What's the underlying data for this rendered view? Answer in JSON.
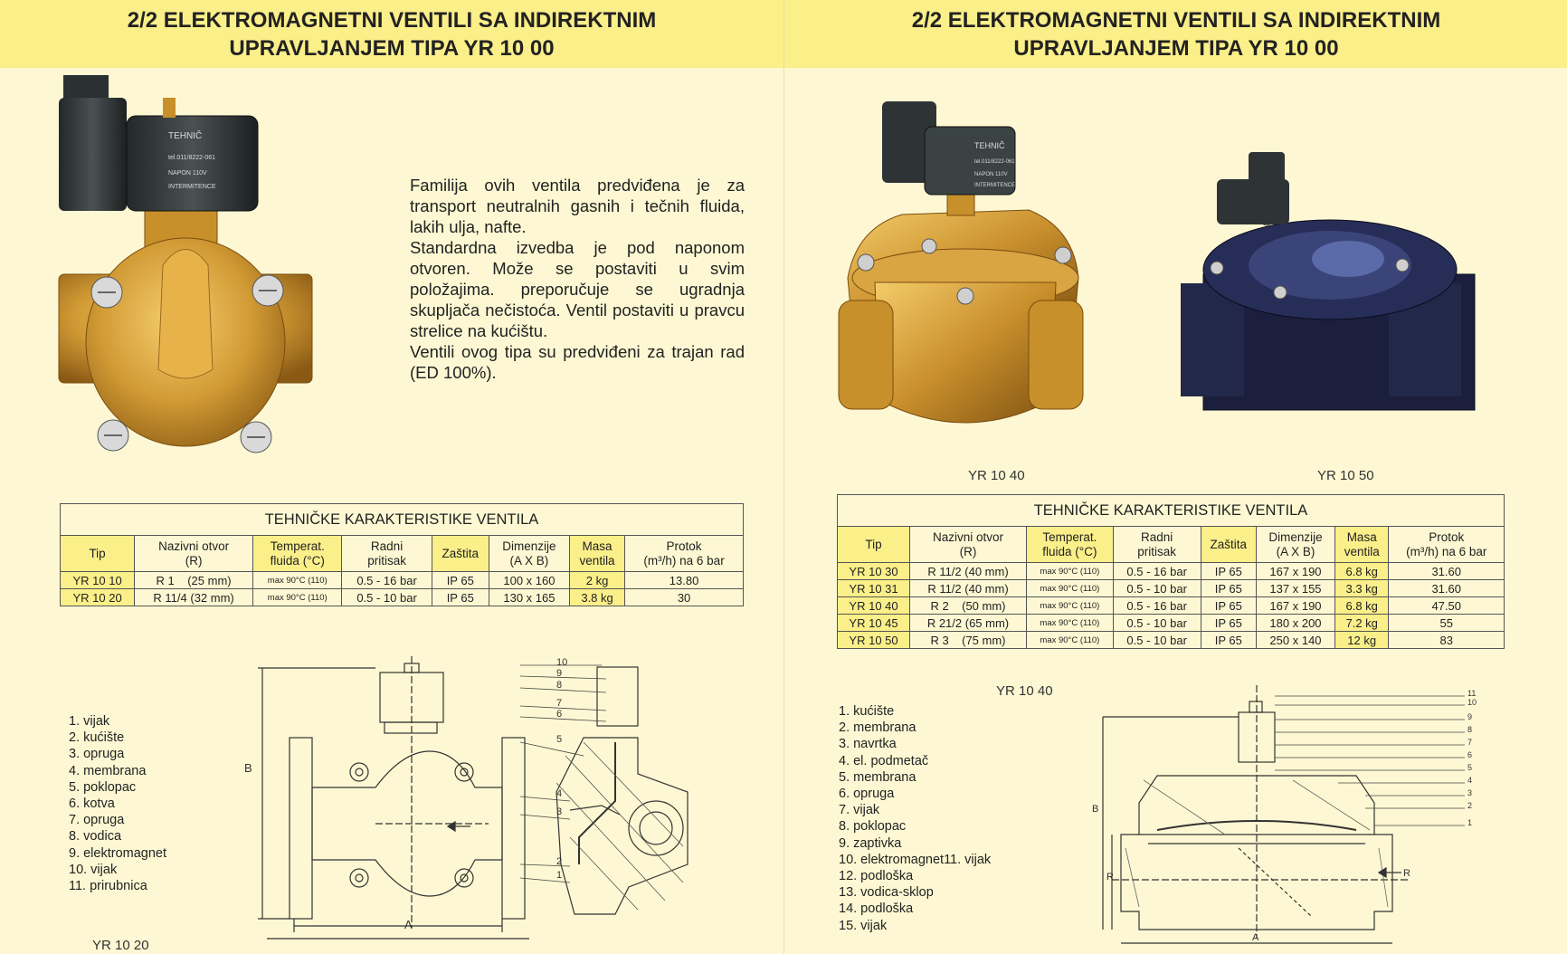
{
  "left": {
    "title_line1": "2/2 ELEKTROMAGNETNI VENTILI SA INDIREKTNIM",
    "title_line2": "UPRAVLJANJEM TIPA YR 10 00",
    "description": [
      "Familija ovih ventila predviđena je za transport neutralnih gasnih i tečnih fluida, lakih ulja, nafte.",
      "Standardna izvedba je pod naponom otvoren. Može se postaviti u svim položajima. preporučuje se ugradnja skupljača nečistoća. Ventil postaviti u pravcu strelice na kućištu.",
      "Ventili ovog tipa su predviđeni za trajan rad (ED 100%)."
    ],
    "coil_label": [
      "TEHNIČ",
      "tel.011/8222-061",
      "NAPON 110V",
      "INTERMITENCE"
    ],
    "table": {
      "title": "TEHNIČKE KARAKTERISTIKE VENTILA",
      "headers": [
        "Tip",
        "Nazivni otvor\n(R)",
        "Temperat.\nfluida (°C)",
        "Radni\npritisak",
        "Zaštita",
        "Dimenzije\n(A X B)",
        "Masa\nventila",
        "Protok\n(m³/h) na 6 bar"
      ],
      "rows": [
        [
          "YR 10 10",
          "R 1    (25 mm)",
          "max 90°C (110)",
          "0.5 - 16 bar",
          "IP 65",
          "100 x 160",
          "2 kg",
          "13.80"
        ],
        [
          "YR 10 20",
          "R 11/4 (32 mm)",
          "max 90°C (110)",
          "0.5 - 10 bar",
          "IP 65",
          "130 x 165",
          "3.8 kg",
          "30"
        ]
      ]
    },
    "parts": [
      "1. vijak",
      "2. kućište",
      "3. opruga",
      "4. membrana",
      "5. poklopac",
      "6. kotva",
      "7. opruga",
      "8. vodica",
      "9. elektromagnet",
      "10. vijak",
      "11. prirubnica"
    ],
    "drawing_caption": "YR 10 20",
    "dim_labels": [
      "B",
      "A"
    ],
    "callouts": [
      "10",
      "9",
      "8",
      "7",
      "6",
      "5",
      "4",
      "3",
      "2",
      "1"
    ]
  },
  "right": {
    "title_line1": "2/2 ELEKTROMAGNETNI VENTILI SA INDIREKTNIM",
    "title_line2": "UPRAVLJANJEM TIPA YR 10 00",
    "coil_label": [
      "TEHNIČ",
      "tel.011/8222-061",
      "NAPON 110V",
      "INTERMITENCE"
    ],
    "photo_captions": [
      "YR 10 40",
      "YR 10 50"
    ],
    "table": {
      "title": "TEHNIČKE KARAKTERISTIKE VENTILA",
      "headers": [
        "Tip",
        "Nazivni otvor\n(R)",
        "Temperat.\nfluida (°C)",
        "Radni\npritisak",
        "Zaštita",
        "Dimenzije\n(A X B)",
        "Masa\nventila",
        "Protok\n(m³/h) na 6 bar"
      ],
      "rows": [
        [
          "YR 10 30",
          "R 11/2 (40 mm)",
          "max 90°C (110)",
          "0.5 - 16 bar",
          "IP 65",
          "167 x 190",
          "6.8 kg",
          "31.60"
        ],
        [
          "YR 10 31",
          "R 11/2 (40 mm)",
          "max 90°C (110)",
          "0.5 - 10 bar",
          "IP 65",
          "137 x 155",
          "3.3 kg",
          "31.60"
        ],
        [
          "YR 10 40",
          "R 2    (50 mm)",
          "max 90°C (110)",
          "0.5 - 16 bar",
          "IP 65",
          "167 x 190",
          "6.8 kg",
          "47.50"
        ],
        [
          "YR 10 45",
          "R 21/2 (65 mm)",
          "max 90°C (110)",
          "0.5 - 10 bar",
          "IP 65",
          "180 x 200",
          "7.2 kg",
          "55"
        ],
        [
          "YR 10 50",
          "R 3    (75 mm)",
          "max 90°C (110)",
          "0.5 - 10 bar",
          "IP 65",
          "250 x 140",
          "12 kg",
          "83"
        ]
      ]
    },
    "drawing_caption": "YR 10 40",
    "parts": [
      "1. kućište",
      "2. membrana",
      "3. navrtka",
      "4. el. podmetač",
      "5. membrana",
      "6. opruga",
      "7. vijak",
      "8. poklopac",
      "9. zaptivka",
      "10. elektromagnet11. vijak",
      "12. podloška",
      "13. vodica-sklop",
      "14. podloška",
      "15. vijak"
    ],
    "dim_labels": [
      "B",
      "R",
      "A",
      "R"
    ],
    "callouts": [
      "11",
      "10",
      "9",
      "8",
      "7",
      "6",
      "5",
      "4",
      "3",
      "2",
      "1"
    ]
  },
  "colors": {
    "paper": "#fdf8d3",
    "banner": "#fbef8a",
    "brass": "#c8902a",
    "blue_body": "#1b1f3d"
  }
}
